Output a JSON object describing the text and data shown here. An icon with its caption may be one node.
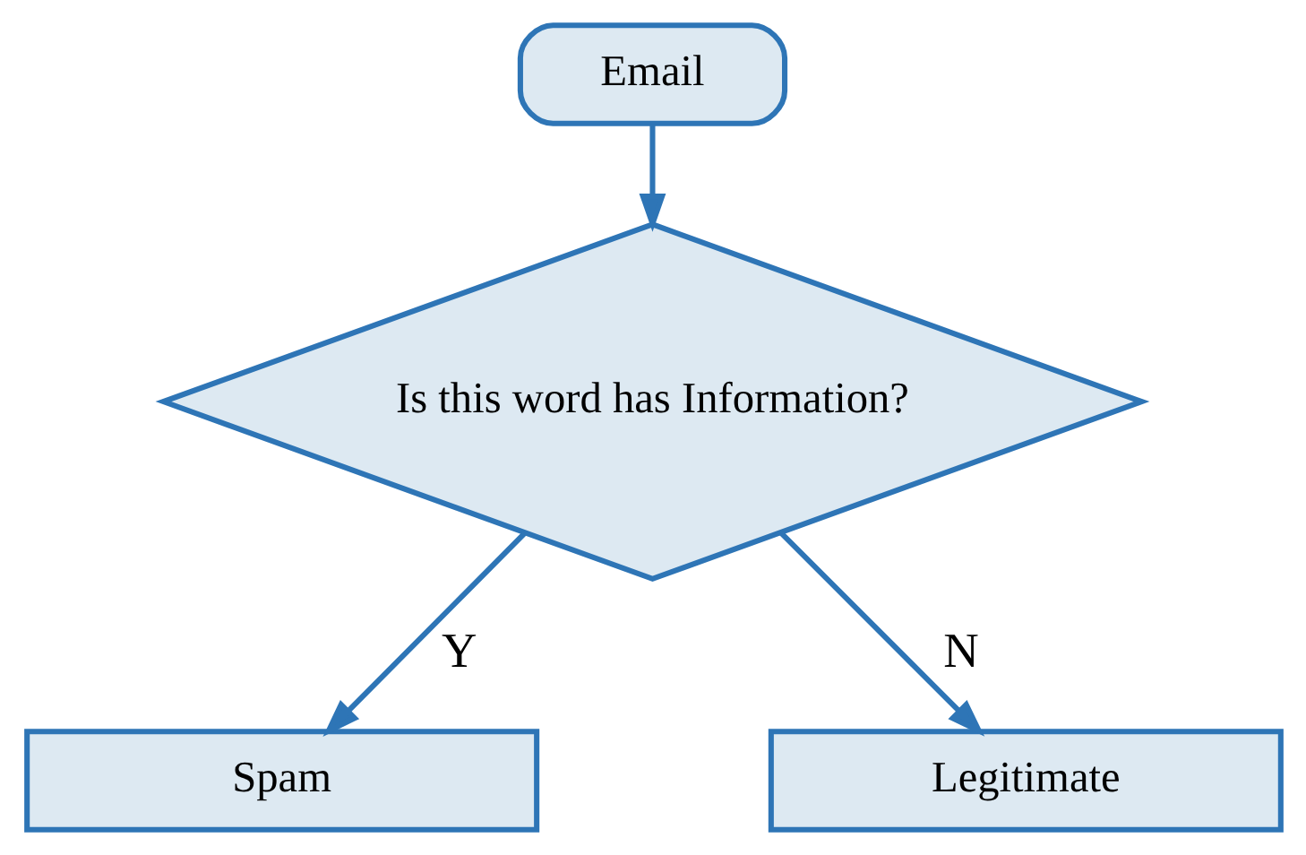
{
  "diagram": {
    "nodes": [
      {
        "text": [
          "Email"
        ]
      },
      {
        "text": [
          "Is this word has Information?"
        ]
      },
      {
        "text": [
          "Spam"
        ]
      },
      {
        "text": [
          "Legitimate"
        ]
      }
    ],
    "edges": [
      {
        "from": 0,
        "to": 1,
        "arrow": "to"
      },
      {
        "from": 1,
        "to": 2,
        "arrow": "to",
        "label": "Y"
      },
      {
        "from": 1,
        "to": 3,
        "arrow": "to",
        "label": "N"
      }
    ]
  }
}
